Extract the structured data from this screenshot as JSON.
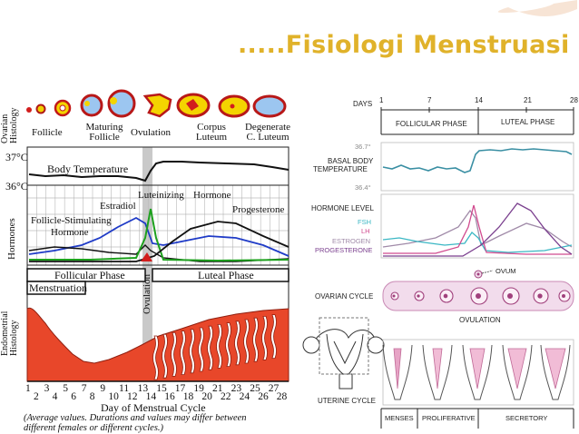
{
  "title": ".....Fisiologi Menstruasi",
  "left_diagram": {
    "ovarian_histology_label": "Ovarian Histology",
    "follicle": "Follicle",
    "maturing_follicle": "Maturing Follicle",
    "ovulation": "Ovulation",
    "corpus_luteum": "Corpus Luteum",
    "degenerate": "Degenerate C. Luteum",
    "temp_37": "37°C",
    "temp_36": "36°C",
    "body_temperature": "Body Temperature",
    "hormones_label": "Hormones",
    "estradiol": "Estradiol",
    "luteinizing": "Luteinizing",
    "hormone": "Hormone",
    "progesterone": "Progesterone",
    "fsh": "Follicle-Stimulating",
    "fsh2": "Hormone",
    "follicular_phase": "Follicular Phase",
    "luteal_phase": "Luteal Phase",
    "menstruation": "Menstruation",
    "ovulation_vertical": "Ovulation",
    "endometrial_label": "Endometrial Histology",
    "day_label": "Day of Menstrual Cycle",
    "days_odd": [
      "1",
      "3",
      "5",
      "7",
      "9",
      "11",
      "13",
      "15",
      "17",
      "19",
      "21",
      "23",
      "25",
      "27"
    ],
    "days_even": [
      "2",
      "4",
      "6",
      "8",
      "10",
      "12",
      "14",
      "16",
      "18",
      "20",
      "22",
      "24",
      "26",
      "28"
    ],
    "note_line1": "(Average values. Durations and values may differ between",
    "note_line2": "different females or different cycles.)"
  },
  "right_diagram": {
    "days_label": "DAYS",
    "day_ticks": [
      "1",
      "7",
      "14",
      "21",
      "28"
    ],
    "follicular_phase": "FOLLICULAR PHASE",
    "luteal_phase": "LUTEAL PHASE",
    "temp_high": "36.7°",
    "temp_low": "36.4°",
    "bbt_line1": "BASAL BODY",
    "bbt_line2": "TEMPERATURE",
    "hormone_level": "HORMONE LEVEL",
    "fsh": "FSH",
    "lh": "LH",
    "estrogen": "ESTROGEN",
    "progesterone": "PROGESTERONE",
    "ovum": "OVUM",
    "ovarian_cycle": "OVARIAN CYCLE",
    "ovulation": "OVULATION",
    "uterine_cycle": "UTERINE CYCLE",
    "menses": "MENSES",
    "proliferative": "PROLIFERATIVE",
    "secretory": "SECRETORY"
  },
  "colors": {
    "title": "#e0b22a",
    "fsh": "#3bb7c4",
    "lh": "#d14b8f",
    "estrogen": "#a08aa8",
    "progesterone": "#7a3f8e",
    "bbt": "#3a8fa3",
    "endometrium": "#e8472a"
  }
}
